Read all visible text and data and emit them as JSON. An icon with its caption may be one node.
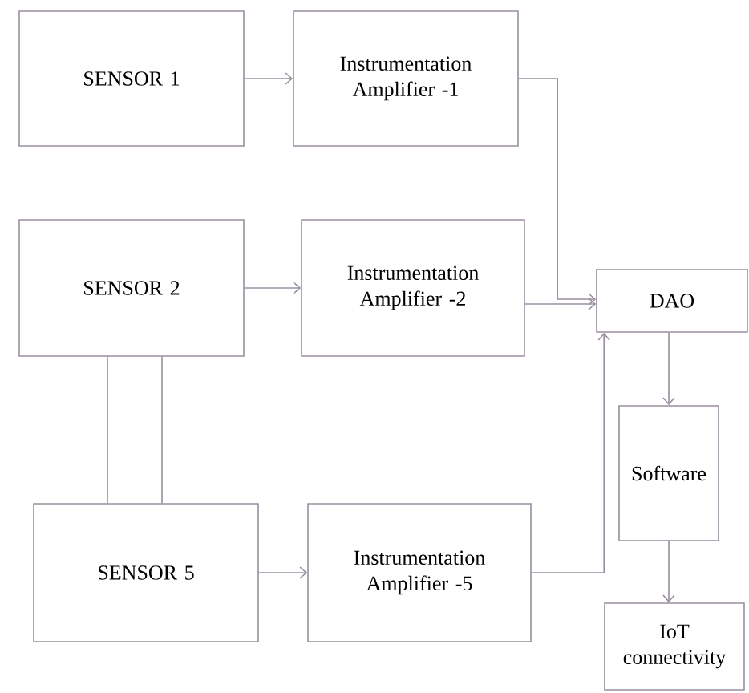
{
  "diagram": {
    "nodes": [
      {
        "text": [
          "SENSOR 1"
        ]
      },
      {
        "text": [
          "Instrumentation Amplifier -1"
        ]
      },
      {
        "text": [
          "SENSOR 2"
        ]
      },
      {
        "text": [
          "Instrumentation Amplifier -2"
        ]
      },
      {
        "text": [
          "DAO"
        ]
      },
      {
        "text": [
          "Software"
        ]
      },
      {
        "text": [
          "SENSOR 5"
        ]
      },
      {
        "text": [
          "Instrumentation Amplifier -5"
        ]
      },
      {
        "text": [
          "IoT connectivity"
        ]
      }
    ],
    "edges": [
      {
        "from": 0,
        "to": 1,
        "arrow": "to"
      },
      {
        "from": 1,
        "to": 4,
        "arrow": "to"
      },
      {
        "from": 2,
        "to": 3,
        "arrow": "to"
      },
      {
        "from": 3,
        "to": 4,
        "arrow": "to"
      },
      {
        "from": 2,
        "to": 6,
        "arrow": "none"
      },
      {
        "from": 2,
        "to": 6,
        "arrow": "none"
      },
      {
        "from": 6,
        "to": 7,
        "arrow": "to"
      },
      {
        "from": 7,
        "to": 4,
        "arrow": "to"
      },
      {
        "from": 4,
        "to": 5,
        "arrow": "to"
      },
      {
        "from": 5,
        "to": 8,
        "arrow": "to"
      }
    ]
  }
}
